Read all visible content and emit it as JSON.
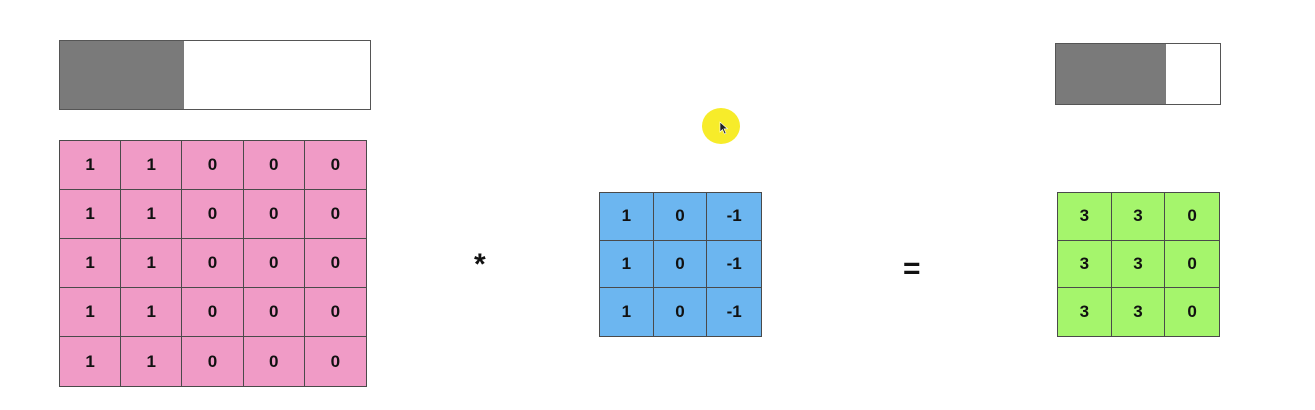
{
  "input_progress": {
    "fill_fraction": 0.4,
    "fill_color": "#7a7a7a"
  },
  "output_progress": {
    "fill_fraction": 0.67,
    "fill_color": "#7a7a7a"
  },
  "input_matrix": {
    "color": "#f09bc6",
    "rows": [
      [
        "1",
        "1",
        "0",
        "0",
        "0"
      ],
      [
        "1",
        "1",
        "0",
        "0",
        "0"
      ],
      [
        "1",
        "1",
        "0",
        "0",
        "0"
      ],
      [
        "1",
        "1",
        "0",
        "0",
        "0"
      ],
      [
        "1",
        "1",
        "0",
        "0",
        "0"
      ]
    ]
  },
  "convolution_operator": "*",
  "kernel_matrix": {
    "color": "#6cb6f0",
    "rows": [
      [
        "1",
        "0",
        "-1"
      ],
      [
        "1",
        "0",
        "-1"
      ],
      [
        "1",
        "0",
        "-1"
      ]
    ]
  },
  "equals_operator": "=",
  "output_matrix": {
    "color": "#a5f56c",
    "rows": [
      [
        "3",
        "3",
        "0"
      ],
      [
        "3",
        "3",
        "0"
      ],
      [
        "3",
        "3",
        "0"
      ]
    ]
  },
  "cursor": {
    "highlight_color": "#f7ec2a",
    "icon": "mouse-pointer-icon"
  }
}
